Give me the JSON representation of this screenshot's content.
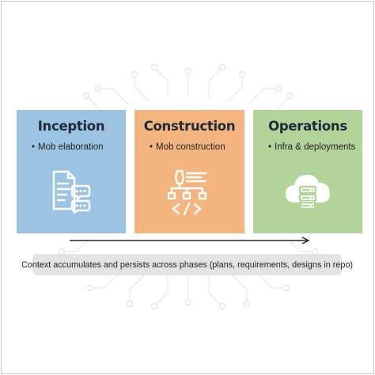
{
  "colors": {
    "inception_bg": "#9dc3e2",
    "construction_bg": "#f3b47f",
    "operations_bg": "#b2d39a",
    "title_text": "#1f2a3a",
    "note_bg": "#e3e3e3",
    "circuit_lines": "#ececec"
  },
  "phases": [
    {
      "title": "Inception",
      "bullet": "Mob elaboration",
      "icon": "document-chat-icon"
    },
    {
      "title": "Construction",
      "bullet": "Mob construction",
      "icon": "flow-code-icon"
    },
    {
      "title": "Operations",
      "bullet": "Infra & deployments",
      "icon": "cloud-server-icon"
    }
  ],
  "bullet_symbol": "•",
  "note": {
    "text": "Context accumulates and persists across phases (plans, requirements, designs in repo)"
  }
}
